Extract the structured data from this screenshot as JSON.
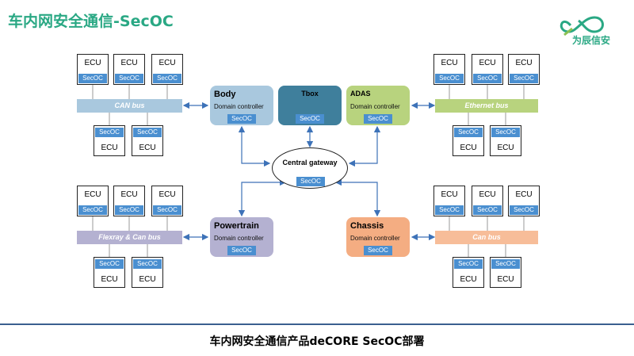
{
  "title": "车内网安全通信-SecOC",
  "logo_text": "为辰信安",
  "ecu_label": "ECU",
  "secoc_label": "SecOC",
  "buses": {
    "body_bus": "CAN bus",
    "adas_bus": "Ethernet bus",
    "powertrain_bus": "Flexray & Can bus",
    "chassis_bus": "Can bus"
  },
  "controllers": {
    "body": {
      "name": "Body",
      "sub": "Domain controller"
    },
    "tbox": {
      "name": "Tbox"
    },
    "adas": {
      "name": "ADAS",
      "sub": "Domain controller"
    },
    "powertrain": {
      "name": "Powertrain",
      "sub": "Domain controller"
    },
    "chassis": {
      "name": "Chassis",
      "sub": "Domain controller"
    }
  },
  "gateway": {
    "name": "Central gateway"
  },
  "caption": "车内网安全通信产品deCORE SecOC部署",
  "colors": {
    "title_green": "#2aa884",
    "secoc_blue": "#4a8fd0",
    "body_ctrl": "#a9c8de",
    "tbox_ctrl": "#3f7f9c",
    "adas_ctrl": "#b8d37e",
    "powertrain_ctrl": "#b4b1d1",
    "chassis_ctrl": "#f4ad82",
    "can_bus": "#a9c8de",
    "ethernet_bus": "#b8d37e",
    "flexray_bus": "#b4b1d1",
    "chassis_bus": "#f7bd99",
    "arrow": "#3d72b8"
  }
}
